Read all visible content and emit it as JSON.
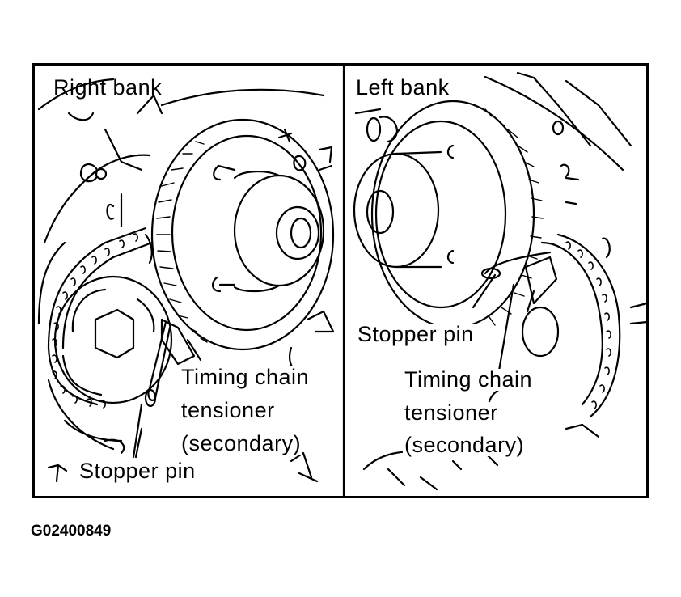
{
  "figure_code": "G02400849",
  "right_panel": {
    "title": "Right bank",
    "label_chain_tensioner_line1": "Timing chain",
    "label_chain_tensioner_line2": "tensioner",
    "label_chain_tensioner_line3": "(secondary)",
    "label_stopper_pin": "Stopper pin"
  },
  "left_panel": {
    "title": "Left bank",
    "label_stopper_pin": "Stopper pin",
    "label_chain_tensioner_line1": "Timing chain",
    "label_chain_tensioner_line2": "tensioner",
    "label_chain_tensioner_line3": "(secondary)"
  }
}
